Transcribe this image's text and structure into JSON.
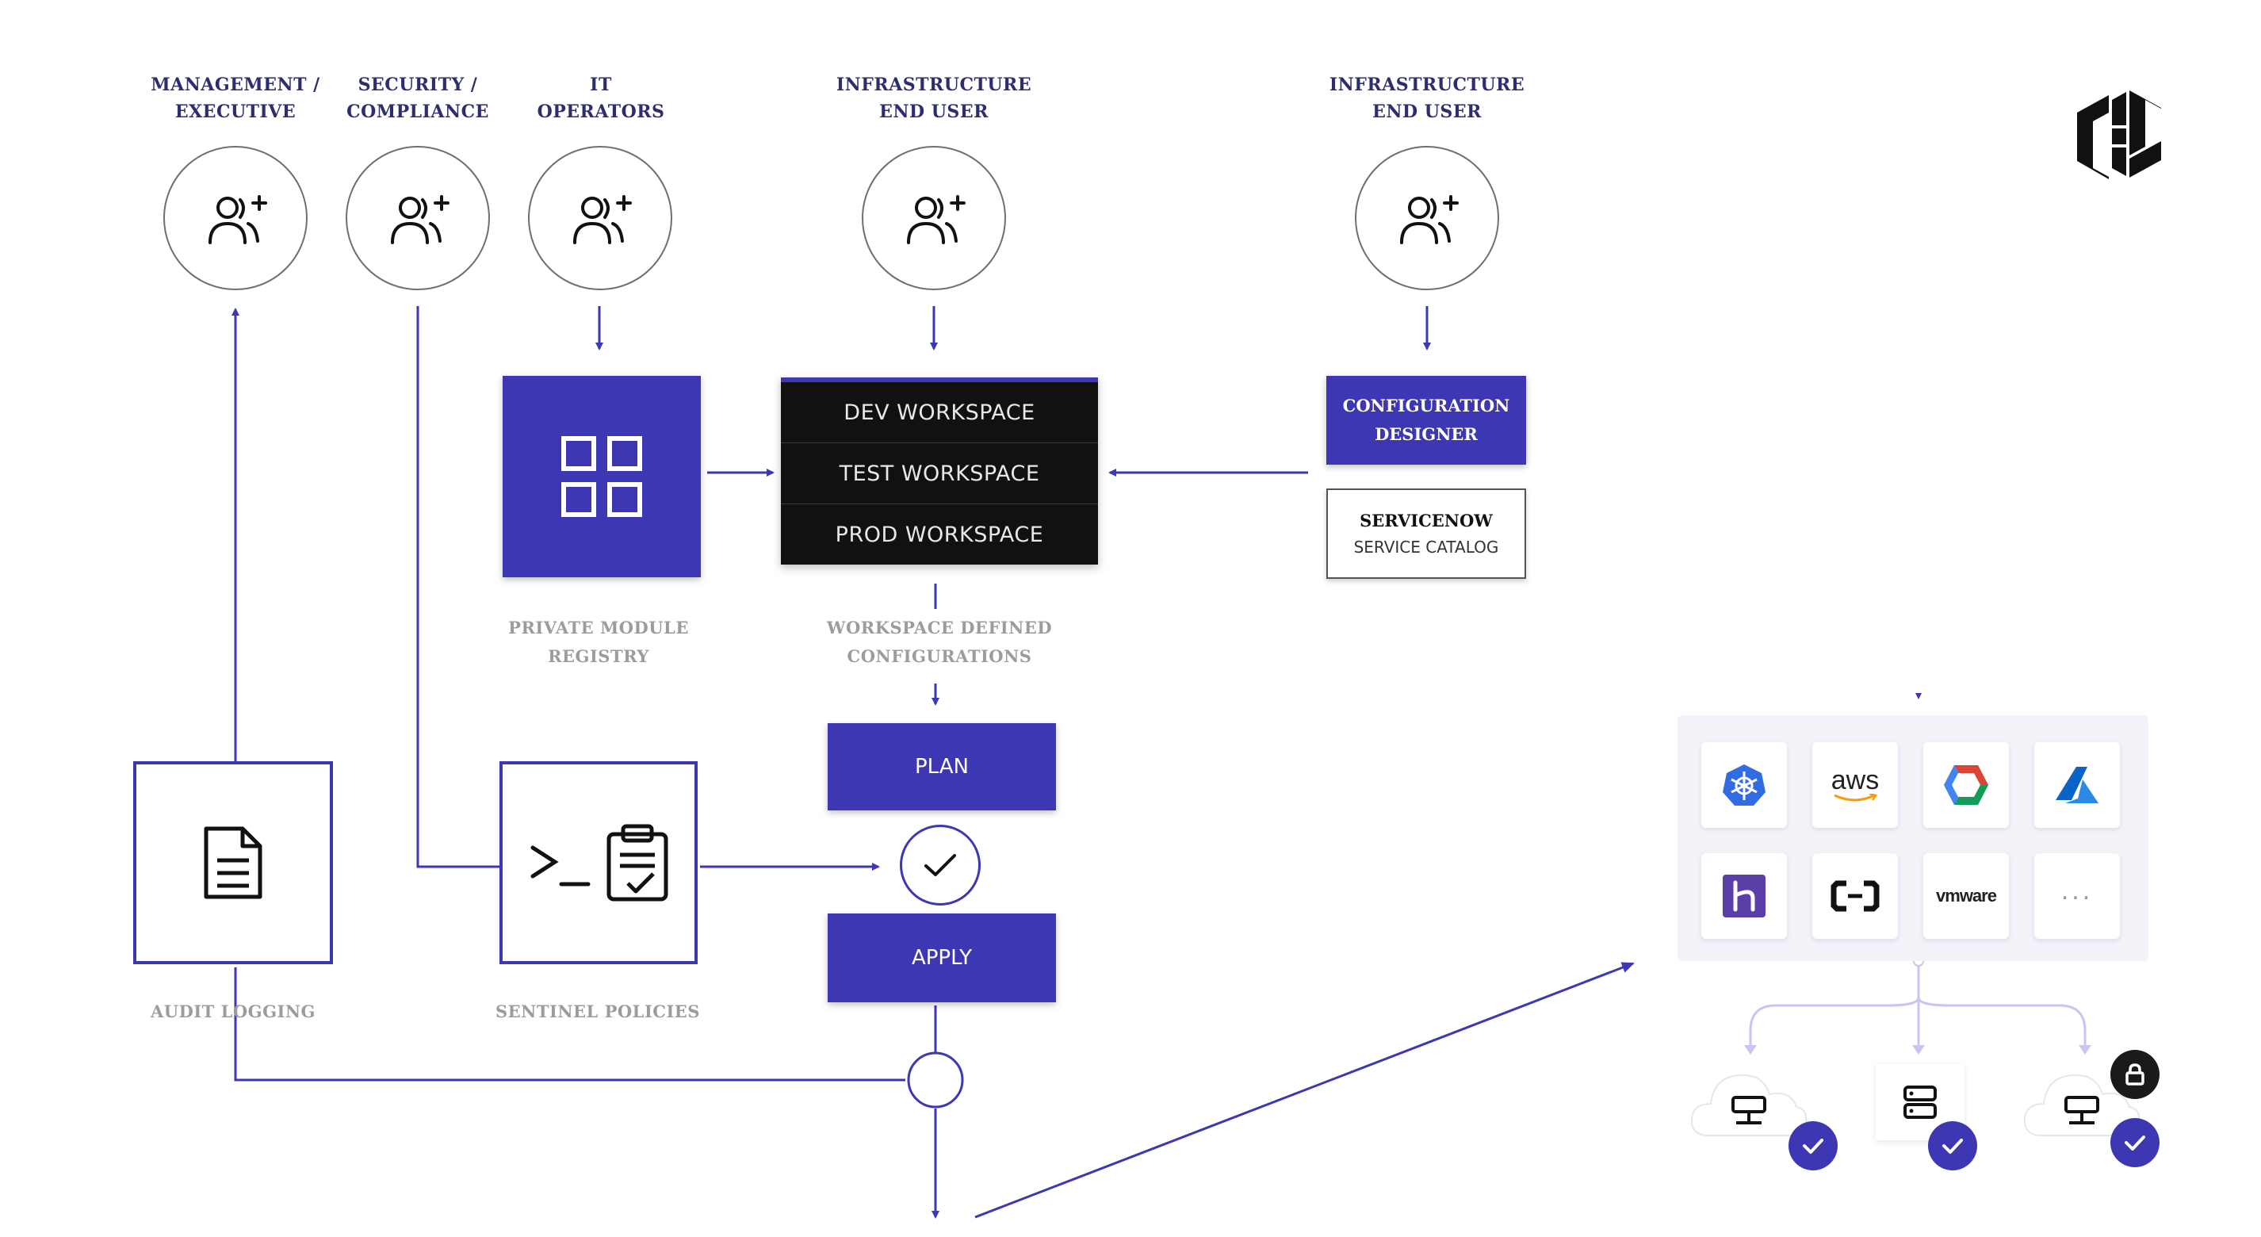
{
  "personas": [
    {
      "label": "MANAGEMENT  /\nEXECUTIVE"
    },
    {
      "label": "SECURITY /\nCOMPLIANCE"
    },
    {
      "label": "IT\nOPERATORS"
    },
    {
      "label": "INFRASTRUCTURE\nEND USER"
    },
    {
      "label": "INFRASTRUCTURE\nEND USER"
    }
  ],
  "workspaces": [
    "DEV WORKSPACE",
    "TEST WORKSPACE",
    "PROD WORKSPACE"
  ],
  "captions": {
    "private_module_registry": "PRIVATE MODULE\nREGISTRY",
    "workspace_defined_configurations": "WORKSPACE DEFINED\nCONFIGURATIONS",
    "audit_logging": "AUDIT LOGGING",
    "sentinel_policies": "SENTINEL POLICIES"
  },
  "configuration_designer": "CONFIGURATION\nDESIGNER",
  "servicenow": {
    "title": "SERVICENOW",
    "subtitle": "SERVICE CATALOG"
  },
  "plan_label": "PLAN",
  "apply_label": "APPLY",
  "providers": {
    "aws": "aws",
    "vmware": "vmware",
    "more": "..."
  },
  "colors": {
    "accent": "#3d37b4",
    "dark": "#111111",
    "caption": "#9c9c9c"
  },
  "icons": [
    "hashicorp-logo-icon",
    "add-user-icon",
    "module-grid-icon",
    "document-icon",
    "terminal-icon",
    "clipboard-check-icon",
    "check-icon",
    "kubernetes-icon",
    "gcp-icon",
    "azure-icon",
    "heroku-icon",
    "alibaba-cloud-icon",
    "cloud-server-icon",
    "server-icon",
    "lock-icon"
  ]
}
